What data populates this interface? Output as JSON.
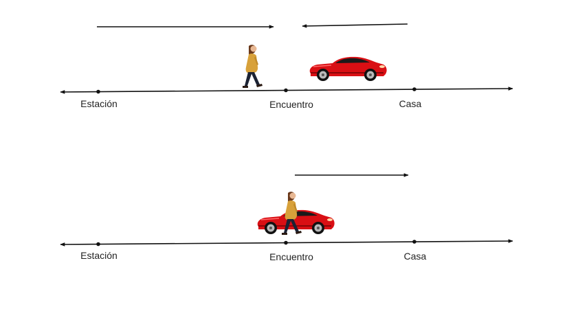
{
  "colors": {
    "line": "#111111",
    "car_body": "#d90f14",
    "car_dark": "#8a0508",
    "coat": "#d8a13a",
    "pants": "#1b2233",
    "hair": "#6b3a1c",
    "skin": "#e8b894"
  },
  "icons": [
    "person-walking-icon",
    "red-car-icon"
  ],
  "scenes": [
    {
      "points": [
        {
          "label": "Estación"
        },
        {
          "label": "Encuentro"
        },
        {
          "label": "Casa"
        }
      ]
    },
    {
      "points": [
        {
          "label": "Estación"
        },
        {
          "label": "Encuentro"
        },
        {
          "label": "Casa"
        }
      ]
    }
  ]
}
